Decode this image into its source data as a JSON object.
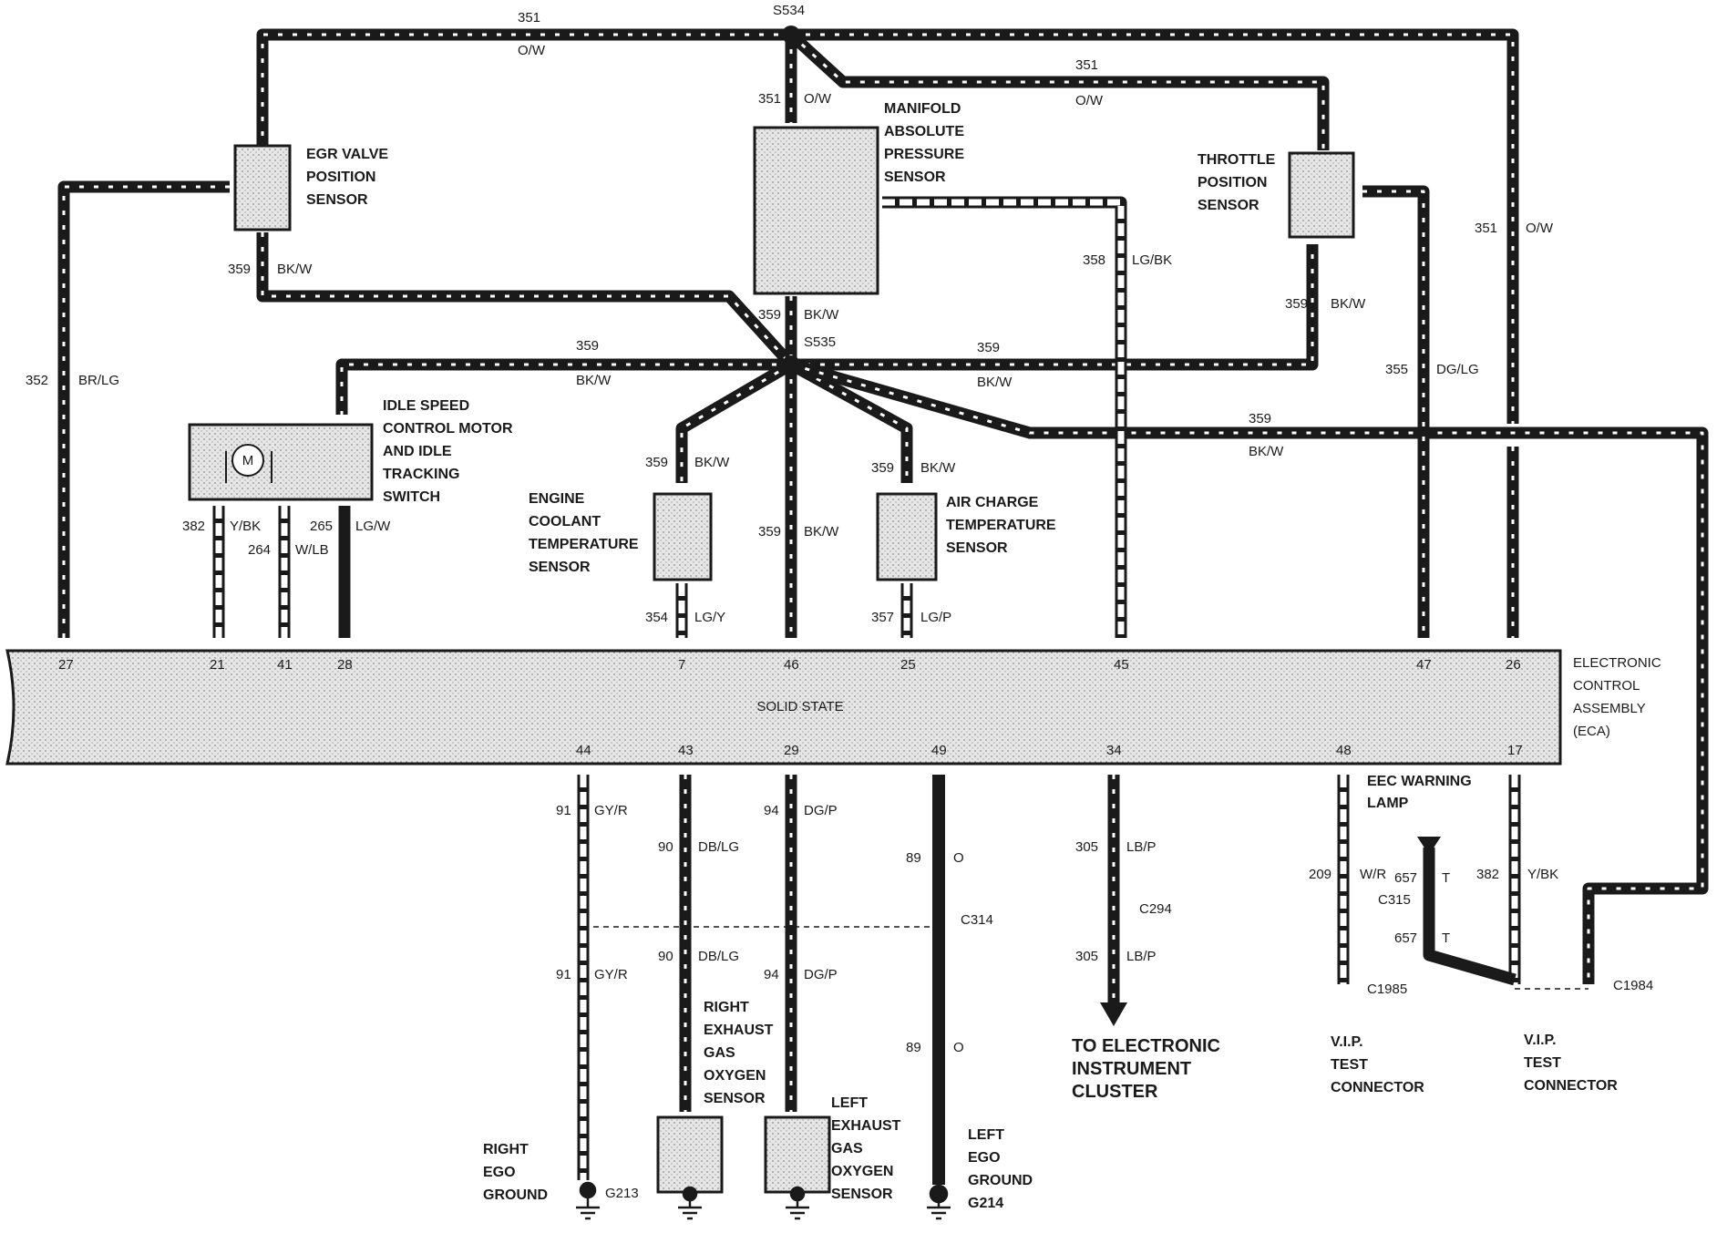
{
  "colors": {
    "wire": "#1a1a1a",
    "box_fill": "#d9d9d9",
    "eca_fill": "#dcdcdc",
    "background": "#ffffff"
  },
  "icons": [
    "motor-icon",
    "ground-icon",
    "splice-dot-icon",
    "arrow-down-icon"
  ],
  "splices": {
    "s534": "S534",
    "s535": "S535"
  },
  "wires": {
    "w351": "351",
    "ow": "O/W",
    "w359": "359",
    "bkw": "BK/W",
    "w352": "352",
    "brlg": "BR/LG",
    "w358": "358",
    "lgbk": "LG/BK",
    "w355": "355",
    "dglg": "DG/LG",
    "w382": "382",
    "ybk": "Y/BK",
    "w264": "264",
    "wlb": "W/LB",
    "w265": "265",
    "lgw": "LG/W",
    "w354": "354",
    "lgy": "LG/Y",
    "w357": "357",
    "lgp": "LG/P",
    "w91": "91",
    "gyr": "GY/R",
    "w90": "90",
    "dblg": "DB/LG",
    "w94": "94",
    "dgp": "DG/P",
    "w89": "89",
    "o": "O",
    "w305": "305",
    "lbp": "LB/P",
    "w209": "209",
    "wr": "W/R",
    "w657": "657",
    "t": "T"
  },
  "components": {
    "egr": [
      "EGR VALVE",
      "POSITION",
      "SENSOR"
    ],
    "map": [
      "MANIFOLD",
      "ABSOLUTE",
      "PRESSURE",
      "SENSOR"
    ],
    "tps": [
      "THROTTLE",
      "POSITION",
      "SENSOR"
    ],
    "isc": [
      "IDLE SPEED",
      "CONTROL MOTOR",
      "AND IDLE",
      "TRACKING",
      "SWITCH"
    ],
    "ect": [
      "ENGINE",
      "COOLANT",
      "TEMPERATURE",
      "SENSOR"
    ],
    "act": [
      "AIR CHARGE",
      "TEMPERATURE",
      "SENSOR"
    ],
    "eca": [
      "ELECTRONIC",
      "CONTROL",
      "ASSEMBLY",
      "(ECA)"
    ],
    "eca_center": "SOLID STATE",
    "rego": [
      "RIGHT",
      "EXHAUST",
      "GAS",
      "OXYGEN",
      "SENSOR"
    ],
    "lego": [
      "LEFT",
      "EXHAUST",
      "GAS",
      "OXYGEN",
      "SENSOR"
    ],
    "rgnd": [
      "RIGHT",
      "EGO",
      "GROUND"
    ],
    "lgnd": [
      "LEFT",
      "EGO",
      "GROUND",
      "G214"
    ],
    "g213": "G213",
    "eec_lamp": [
      "EEC WARNING",
      "LAMP"
    ],
    "cluster": [
      "TO ELECTRONIC",
      "INSTRUMENT",
      "CLUSTER"
    ],
    "vip1": [
      "V.I.P.",
      "TEST",
      "CONNECTOR"
    ],
    "vip2": [
      "V.I.P.",
      "TEST",
      "CONNECTOR"
    ]
  },
  "connectors": {
    "c314": "C314",
    "c294": "C294",
    "c315": "C315",
    "c1985": "C1985",
    "c1984": "C1984"
  },
  "pins_top": {
    "p27": "27",
    "p21": "21",
    "p41": "41",
    "p28": "28",
    "p7": "7",
    "p46": "46",
    "p25": "25",
    "p45": "45",
    "p47": "47",
    "p26": "26"
  },
  "pins_bottom": {
    "p44": "44",
    "p43": "43",
    "p29": "29",
    "p49": "49",
    "p34": "34",
    "p48": "48",
    "p17": "17"
  }
}
